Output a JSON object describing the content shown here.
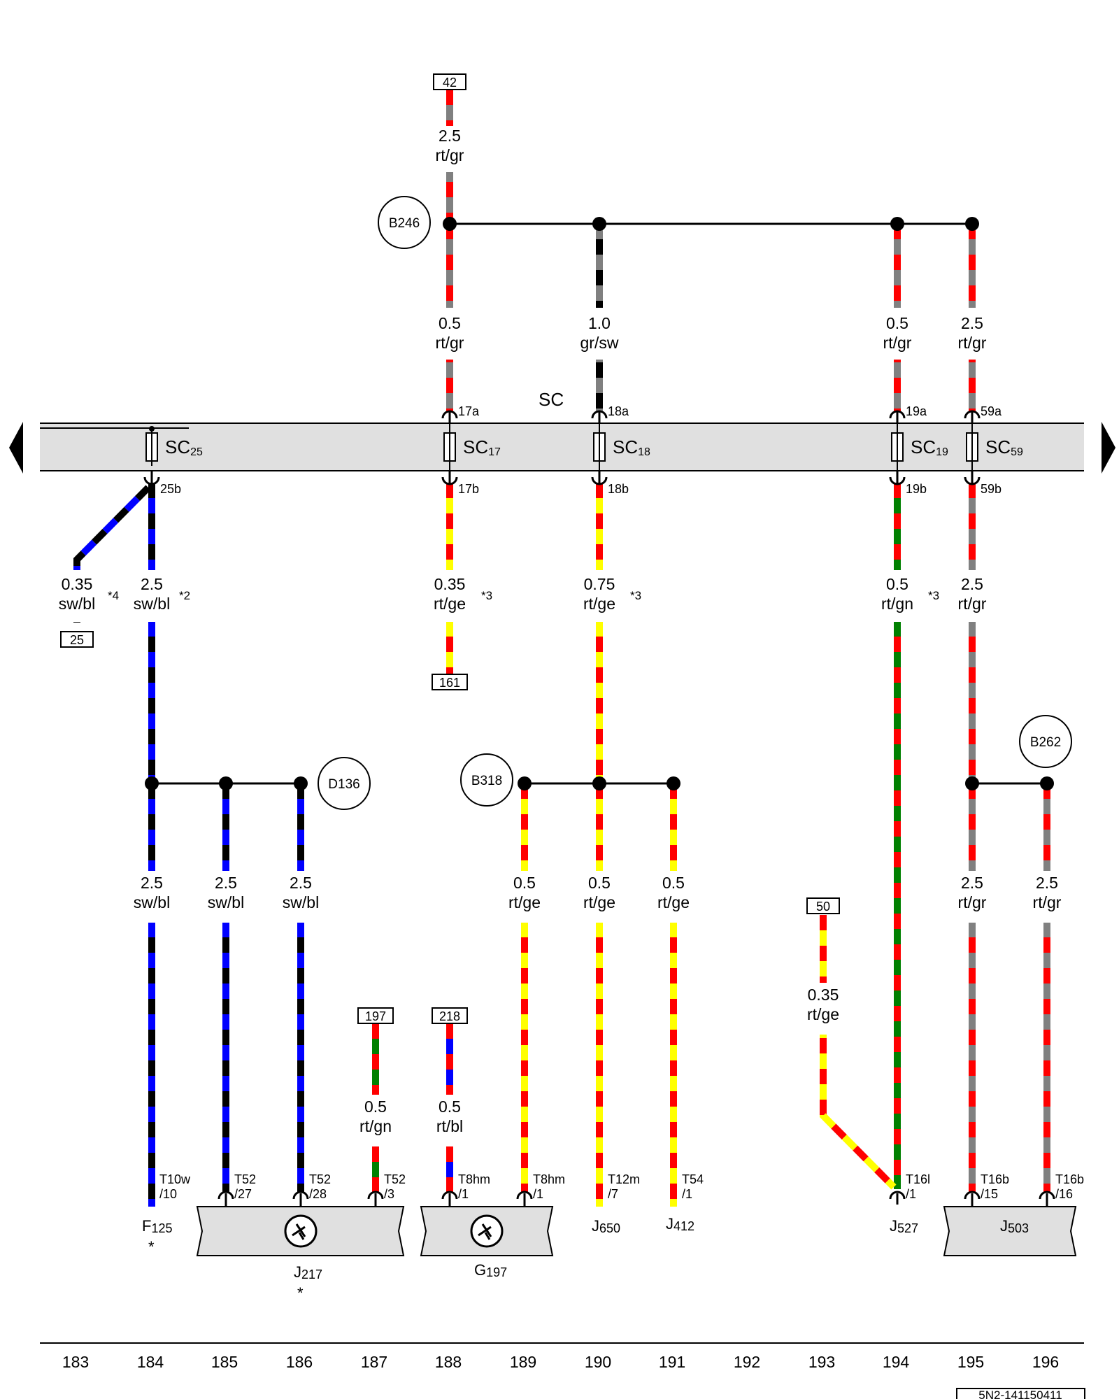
{
  "colors": {
    "rt": "#ff0000",
    "gr": "#808080",
    "sw": "#000000",
    "bl": "#0000ff",
    "ge": "#ffff00",
    "gn": "#008000",
    "panel": "#e0e0e0"
  },
  "fuse_panel": {
    "label": "SC",
    "fuses": [
      {
        "name": "SC",
        "sub": "25"
      },
      {
        "name": "SC",
        "sub": "17"
      },
      {
        "name": "SC",
        "sub": "18"
      },
      {
        "name": "SC",
        "sub": "19"
      },
      {
        "name": "SC",
        "sub": "59"
      }
    ],
    "top_pins": [
      "17a",
      "18a",
      "19a",
      "59a"
    ],
    "bottom_pins": [
      "25b",
      "17b",
      "18b",
      "19b",
      "59b"
    ],
    "nav_left_icon": "triangle-left",
    "nav_right_icon": "triangle-right"
  },
  "ground_points": [
    "B246",
    "D136",
    "B318",
    "B262"
  ],
  "refs": [
    "42",
    "25",
    "161",
    "197",
    "218",
    "50"
  ],
  "wires": [
    {
      "size": "2.5",
      "color": "rt/gr"
    },
    {
      "size": "0.5",
      "color": "rt/gr"
    },
    {
      "size": "1.0",
      "color": "gr/sw"
    },
    {
      "size": "0.5",
      "color": "rt/gr"
    },
    {
      "size": "2.5",
      "color": "rt/gr"
    },
    {
      "size": "0.35",
      "color": "sw/bl"
    },
    {
      "size": "2.5",
      "color": "sw/bl"
    },
    {
      "size": "0.35",
      "color": "rt/ge"
    },
    {
      "size": "0.75",
      "color": "rt/ge"
    },
    {
      "size": "0.5",
      "color": "rt/gn"
    },
    {
      "size": "2.5",
      "color": "rt/gr"
    },
    {
      "size": "2.5",
      "color": "sw/bl"
    },
    {
      "size": "2.5",
      "color": "sw/bl"
    },
    {
      "size": "2.5",
      "color": "sw/bl"
    },
    {
      "size": "0.5",
      "color": "rt/ge"
    },
    {
      "size": "0.5",
      "color": "rt/ge"
    },
    {
      "size": "0.5",
      "color": "rt/ge"
    },
    {
      "size": "2.5",
      "color": "rt/gr"
    },
    {
      "size": "2.5",
      "color": "rt/gr"
    },
    {
      "size": "0.5",
      "color": "rt/gn"
    },
    {
      "size": "0.5",
      "color": "rt/bl"
    },
    {
      "size": "0.35",
      "color": "rt/ge"
    }
  ],
  "notes": [
    "*4",
    "*2",
    "*3",
    "*3",
    "*3"
  ],
  "connectors": [
    {
      "top": "T10w",
      "bottom": "/10"
    },
    {
      "top": "T52",
      "bottom": "/27"
    },
    {
      "top": "T52",
      "bottom": "/28"
    },
    {
      "top": "T52",
      "bottom": "/3"
    },
    {
      "top": "T8hm",
      "bottom": "/1"
    },
    {
      "top": "T8hm",
      "bottom": "/1"
    },
    {
      "top": "T12m",
      "bottom": "/7"
    },
    {
      "top": "T54",
      "bottom": "/1"
    },
    {
      "top": "T16l",
      "bottom": "/1"
    },
    {
      "top": "T16b",
      "bottom": "/15"
    },
    {
      "top": "T16b",
      "bottom": "/16"
    }
  ],
  "components": [
    {
      "name": "F",
      "sub": "125",
      "note": "*"
    },
    {
      "name": "J",
      "sub": "217",
      "note": "*"
    },
    {
      "name": "G",
      "sub": "197",
      "note": ""
    },
    {
      "name": "J",
      "sub": "650",
      "note": ""
    },
    {
      "name": "J",
      "sub": "412",
      "note": ""
    },
    {
      "name": "J",
      "sub": "527",
      "note": ""
    },
    {
      "name": "J",
      "sub": "503",
      "note": ""
    }
  ],
  "column_numbers": [
    "183",
    "184",
    "185",
    "186",
    "187",
    "188",
    "189",
    "190",
    "191",
    "192",
    "193",
    "194",
    "195",
    "196"
  ],
  "figure_id": "5N2-141150411"
}
